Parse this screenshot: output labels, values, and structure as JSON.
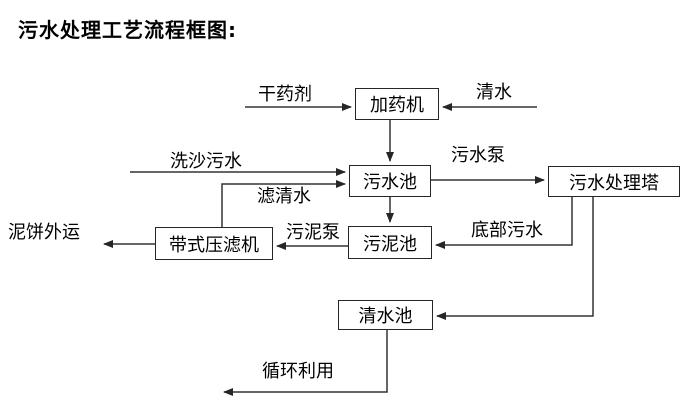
{
  "title": "污水处理工艺流程框图:",
  "colors": {
    "line": "#333333",
    "box_border": "#262626",
    "text": "#000000",
    "background": "#ffffff"
  },
  "nodes": {
    "dosing_machine": "加药机",
    "sewage_pool": "污水池",
    "treatment_tower": "污水处理塔",
    "sludge_pool": "污泥池",
    "belt_filter_press": "带式压滤机",
    "clean_water_pool": "清水池"
  },
  "flow_labels": {
    "dry_agent": "干药剂",
    "clean_water": "清水",
    "sand_washing_sewage": "洗沙污水",
    "sewage_pump": "污水泵",
    "filtered_water": "滤清水",
    "sludge_pump": "污泥泵",
    "mud_cake_out": "泥饼外运",
    "bottom_sewage": "底部污水",
    "recycle_use": "循环利用"
  }
}
